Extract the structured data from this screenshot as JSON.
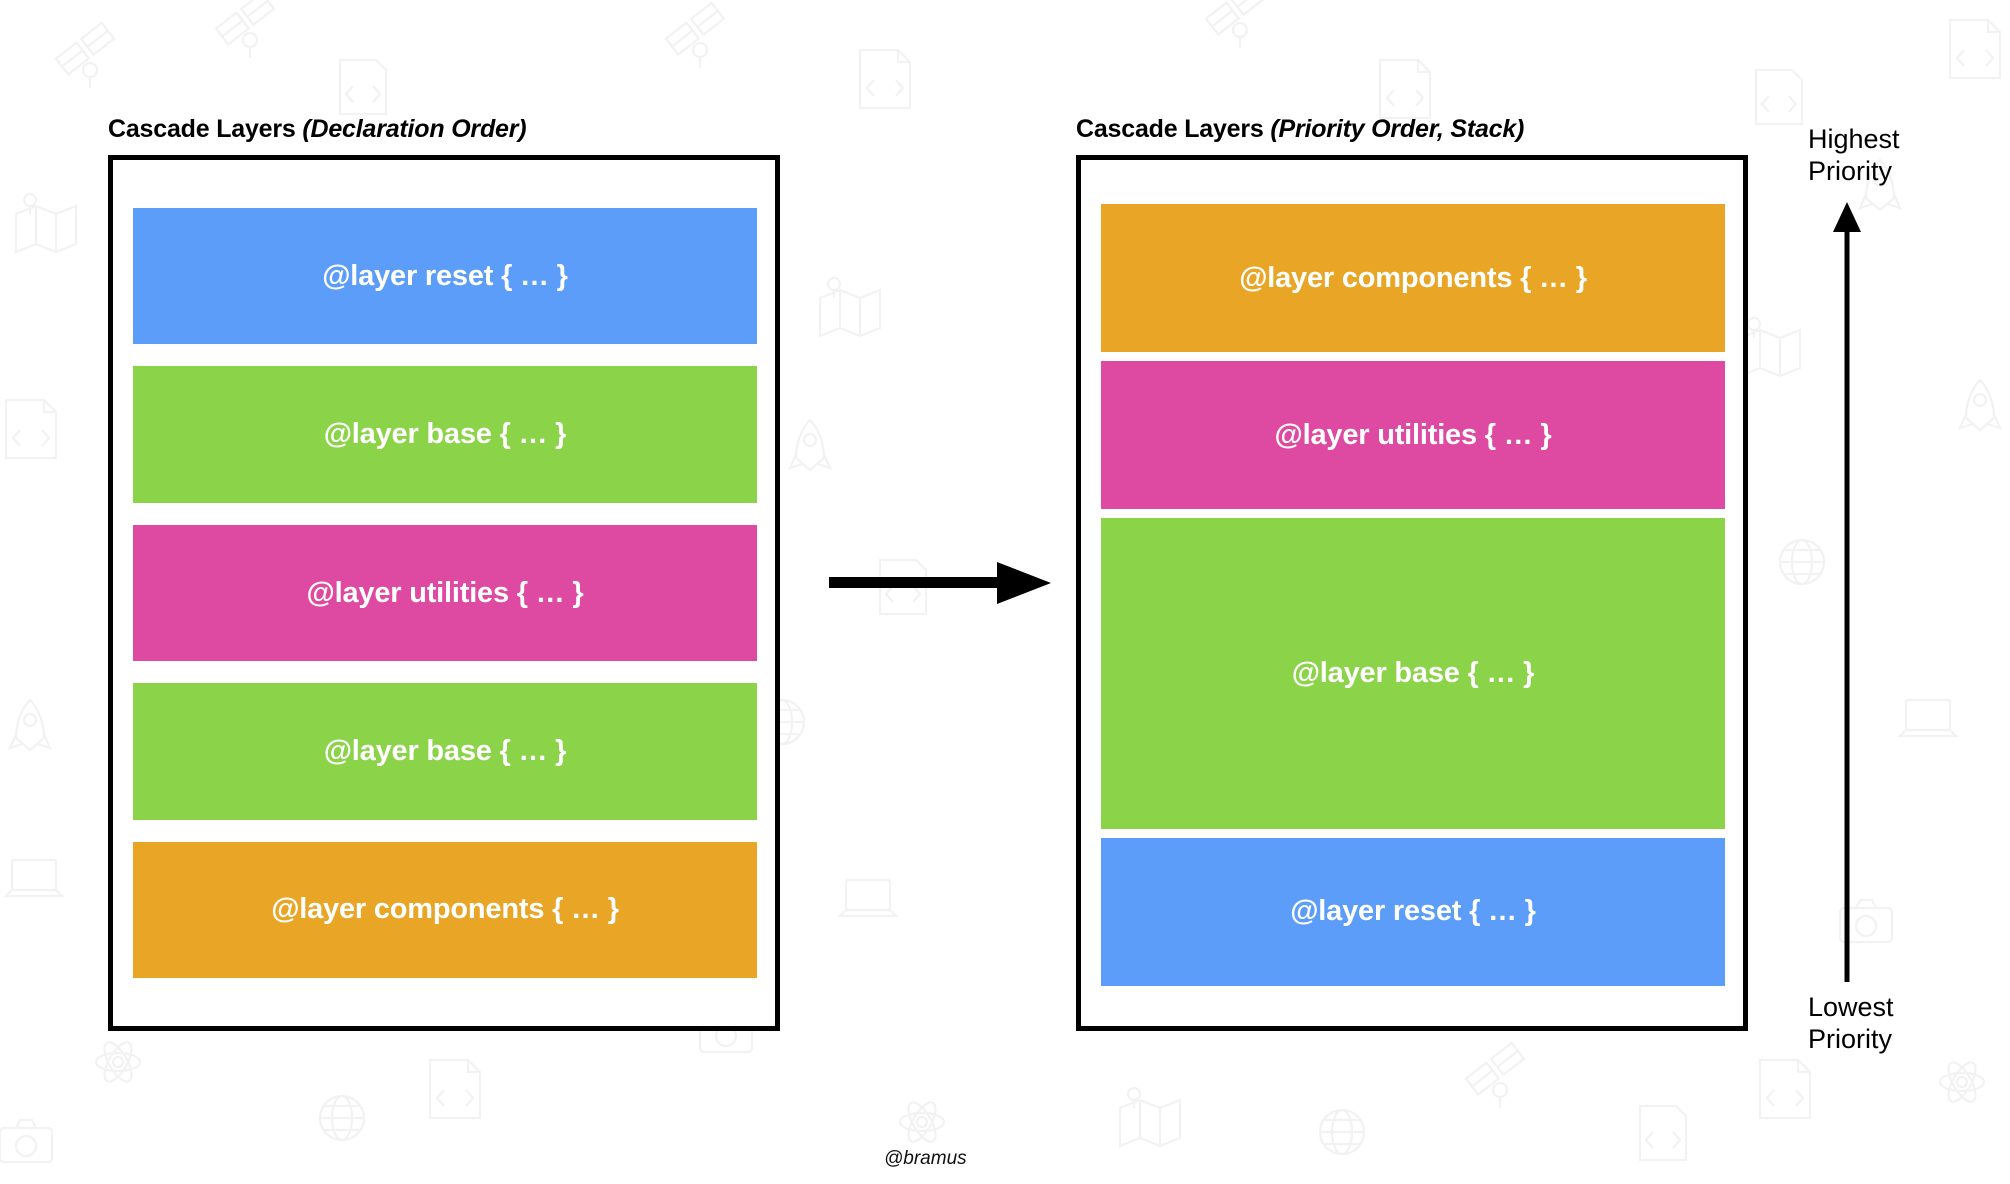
{
  "background": {
    "color": "#ffffff",
    "watermark_color": "#f2f2f2",
    "watermark_icons": [
      "satellite-icon",
      "map-icon",
      "html-file-icon",
      "code-file-icon",
      "rocket-icon",
      "globe-icon",
      "laptop-icon",
      "camera-icon",
      "atom-icon",
      "location-pin-icon"
    ]
  },
  "palette": {
    "blue": "#5B9DF9",
    "green": "#8BD348",
    "pink": "#DE4AA2",
    "orange": "#E8A526",
    "outline": "#000000",
    "text_on_layer": "#ffffff"
  },
  "panels": [
    {
      "id": "declaration",
      "title_main": "Cascade Layers ",
      "title_em": "(Declaration Order)",
      "layers": [
        {
          "label": "@layer reset { … }",
          "color_key": "blue",
          "name": "reset",
          "size": "single"
        },
        {
          "label": "@layer base { … }",
          "color_key": "green",
          "name": "base",
          "size": "single"
        },
        {
          "label": "@layer utilities { … }",
          "color_key": "pink",
          "name": "utilities",
          "size": "single"
        },
        {
          "label": "@layer base { … }",
          "color_key": "green",
          "name": "base",
          "size": "single"
        },
        {
          "label": "@layer components { … }",
          "color_key": "orange",
          "name": "components",
          "size": "single"
        }
      ]
    },
    {
      "id": "priority",
      "title_main": "Cascade Layers ",
      "title_em": "(Priority Order, Stack)",
      "layers": [
        {
          "label": "@layer components { … }",
          "color_key": "orange",
          "name": "components",
          "size": "single"
        },
        {
          "label": "@layer utilities { … }",
          "color_key": "pink",
          "name": "utilities",
          "size": "single"
        },
        {
          "label": "@layer base { … }",
          "color_key": "green",
          "name": "base",
          "size": "double"
        },
        {
          "label": "@layer reset { … }",
          "color_key": "blue",
          "name": "reset",
          "size": "single"
        }
      ]
    }
  ],
  "transform_arrow": {
    "name": "transform-arrow",
    "direction": "right"
  },
  "priority_scale": {
    "top_label_line1": "Highest",
    "top_label_line2": "Priority",
    "bottom_label_line1": "Lowest",
    "bottom_label_line2": "Priority",
    "arrow_direction": "up"
  },
  "signature": "@bramus"
}
